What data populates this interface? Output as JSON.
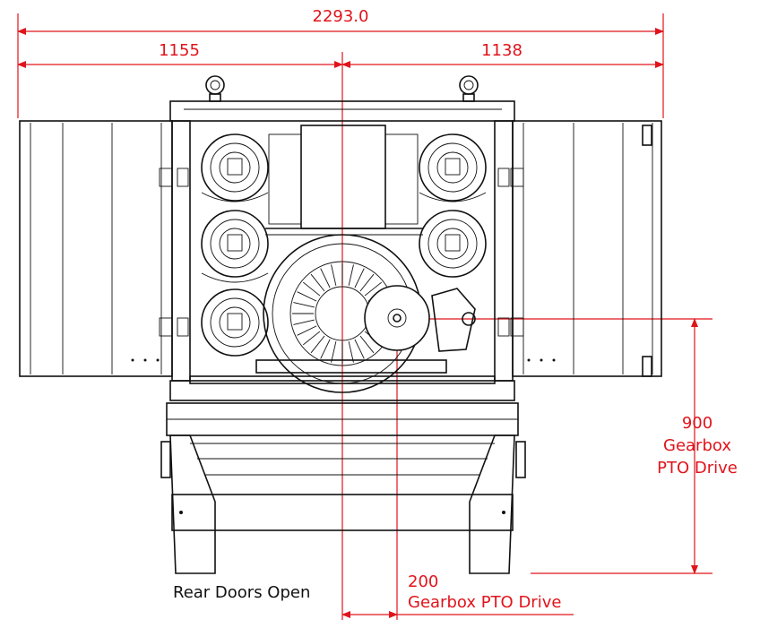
{
  "dimensions": {
    "overall_width": "2293.0",
    "left_half": "1155",
    "right_half": "1138",
    "pto_height_value": "900",
    "pto_height_line1": "Gearbox",
    "pto_height_line2": "PTO Drive",
    "pto_offset_value": "200",
    "pto_offset_label": "Gearbox PTO Drive"
  },
  "caption": "Rear Doors Open",
  "colors": {
    "dimension": "#e0141b",
    "linework": "#111111",
    "background": "#ffffff"
  }
}
